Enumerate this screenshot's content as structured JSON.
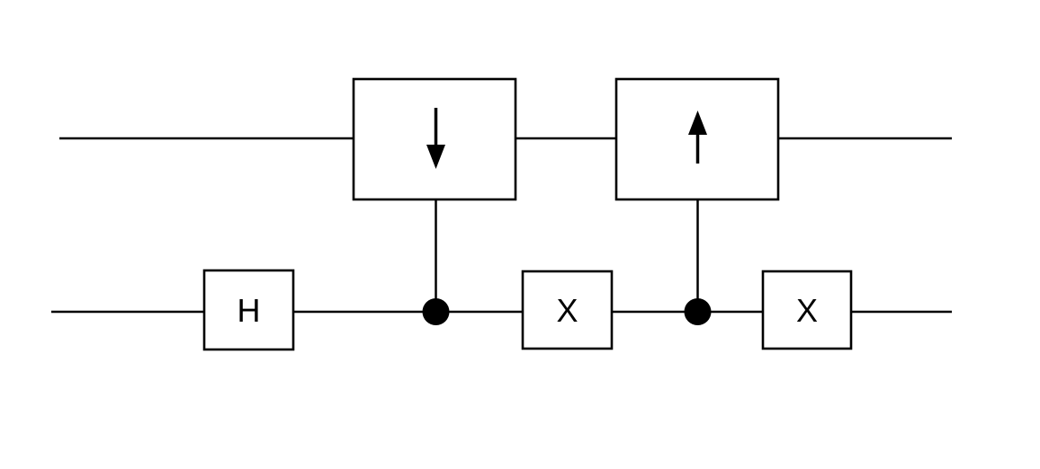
{
  "diagram": {
    "type": "quantum-circuit",
    "background_color": "#ffffff",
    "stroke_color": "#000000",
    "control_dot_color": "#000000",
    "wires": [
      {
        "name": "qubit-0",
        "position": "top"
      },
      {
        "name": "qubit-1",
        "position": "bottom"
      }
    ],
    "gates": {
      "hadamard": {
        "label": "H",
        "wire": "qubit-1"
      },
      "controlled_down": {
        "icon": "down-arrow-icon",
        "target": "qubit-0",
        "control": "qubit-1"
      },
      "x_gate_1": {
        "label": "X",
        "wire": "qubit-1"
      },
      "controlled_up": {
        "icon": "up-arrow-icon",
        "target": "qubit-0",
        "control": "qubit-1"
      },
      "x_gate_2": {
        "label": "X",
        "wire": "qubit-1"
      }
    }
  }
}
